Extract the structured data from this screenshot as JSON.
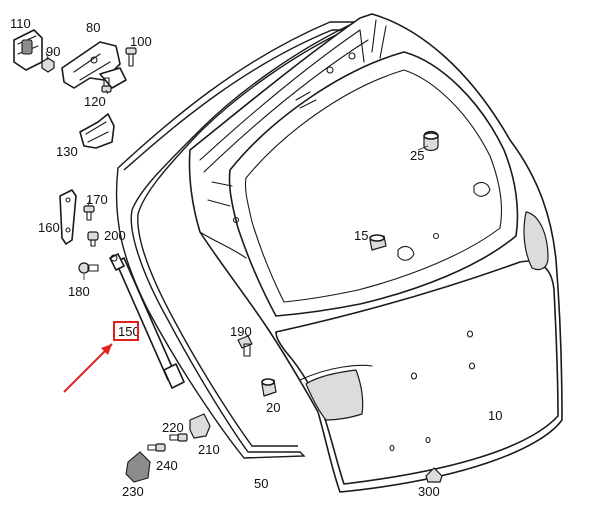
{
  "callouts": {
    "c10": "10",
    "c15": "15",
    "c20": "20",
    "c25": "25",
    "c50": "50",
    "c80": "80",
    "c90": "90",
    "c100": "100",
    "c110": "110",
    "c120": "120",
    "c130": "130",
    "c150": "150",
    "c160": "160",
    "c170": "170",
    "c180": "180",
    "c190": "190",
    "c200": "200",
    "c210": "210",
    "c220": "220",
    "c230": "230",
    "c240": "240",
    "c300": "300"
  },
  "highlight": {
    "target_callout": "150",
    "color": "#e0201b"
  },
  "colors": {
    "line": "#1a1a1a",
    "fill": "#ffffff",
    "shade": "#dcdcdc"
  }
}
